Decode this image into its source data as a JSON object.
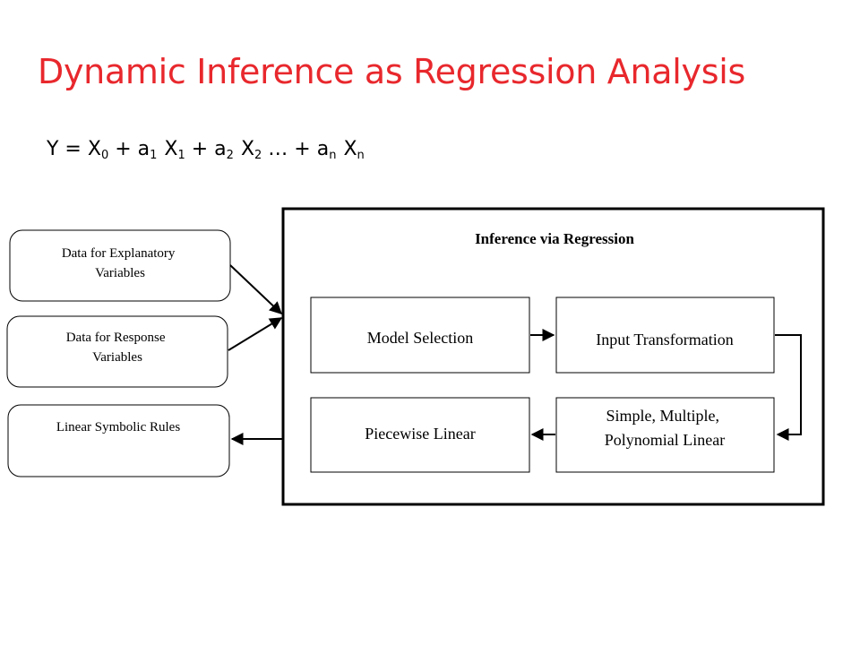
{
  "slide": {
    "title": "Dynamic Inference as Regression Analysis",
    "formula": {
      "lhs": "Y = X",
      "x0_sub": "0",
      "plus1": " + a",
      "a1_sub": "1",
      "x1": "X",
      "x1_sub": "1",
      "plus2": " + a",
      "a2_sub": "2",
      "x2": "X",
      "x2_sub": "2",
      "ellipsis": " … + a",
      "an_sub": "n",
      "xn": "X",
      "xn_sub": "n"
    }
  },
  "diagram": {
    "inputs": {
      "explanatory": [
        "Data for Explanatory",
        "Variables"
      ],
      "response": [
        "Data for Response",
        "Variables"
      ],
      "output": "Linear Symbolic Rules"
    },
    "panel": {
      "title": "Inference via Regression",
      "model_selection": "Model Selection",
      "input_transformation": "Input Transformation",
      "piecewise_linear": "Piecewise Linear",
      "regression_types": [
        "Simple, Multiple,",
        "Polynomial Linear"
      ]
    }
  }
}
